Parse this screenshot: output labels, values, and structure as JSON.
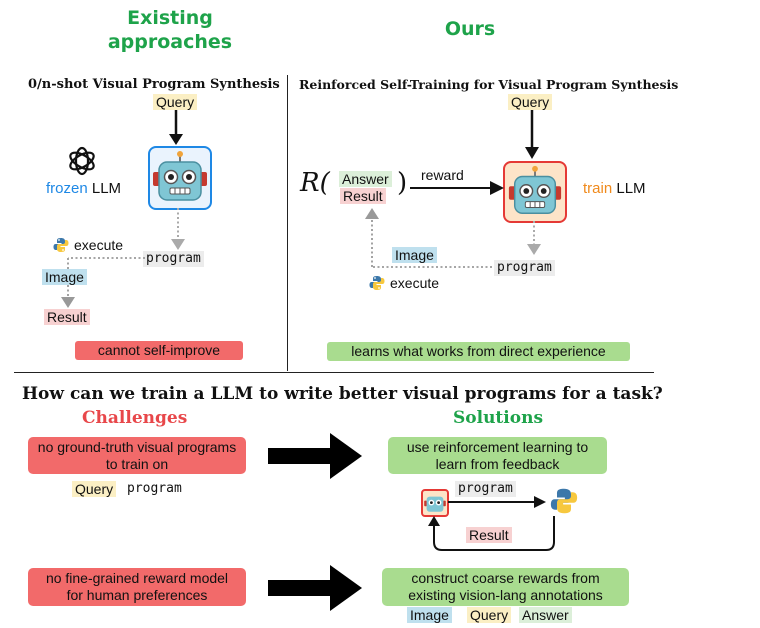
{
  "top": {
    "left_header": "Existing approaches",
    "right_header": "Ours",
    "left_subtitle": "0/n-shot Visual Program Synthesis",
    "right_subtitle": "Reinforced Self-Training for Visual Program Synthesis"
  },
  "left_panel": {
    "query": "Query",
    "model_state": "frozen",
    "model_name": "LLM",
    "program": "program",
    "execute": "execute",
    "image": "Image",
    "result": "Result",
    "limitation": "cannot self-improve"
  },
  "right_panel": {
    "query": "Query",
    "reward_fn": "R(",
    "reward_fn_close": ")",
    "answer": "Answer",
    "result": "Result",
    "reward": "reward",
    "model_state": "train",
    "model_name": "LLM",
    "program": "program",
    "image": "Image",
    "execute": "execute",
    "benefit": "learns what works from direct experience"
  },
  "bottom": {
    "question": "How can we train a LLM to write better visual programs for a task?",
    "challenges_title": "Challenges",
    "solutions_title": "Solutions",
    "challenge_1": "no ground-truth visual programs to train on",
    "challenge_1_query": "Query",
    "challenge_1_program": "program",
    "solution_1": "use reinforcement learning to learn from feedback",
    "loop_program": "program",
    "loop_result": "Result",
    "challenge_2": "no fine-grained reward model for human preferences",
    "solution_2": "construct coarse rewards from existing vision-lang annotations",
    "solution_2_image": "Image",
    "solution_2_query": "Query",
    "solution_2_answer": "Answer"
  },
  "colors": {
    "green_title": "#1ea34a",
    "challenge_red": "#e8474a",
    "frozen_blue": "#1e88e5",
    "train_orange": "#f08a1c"
  }
}
